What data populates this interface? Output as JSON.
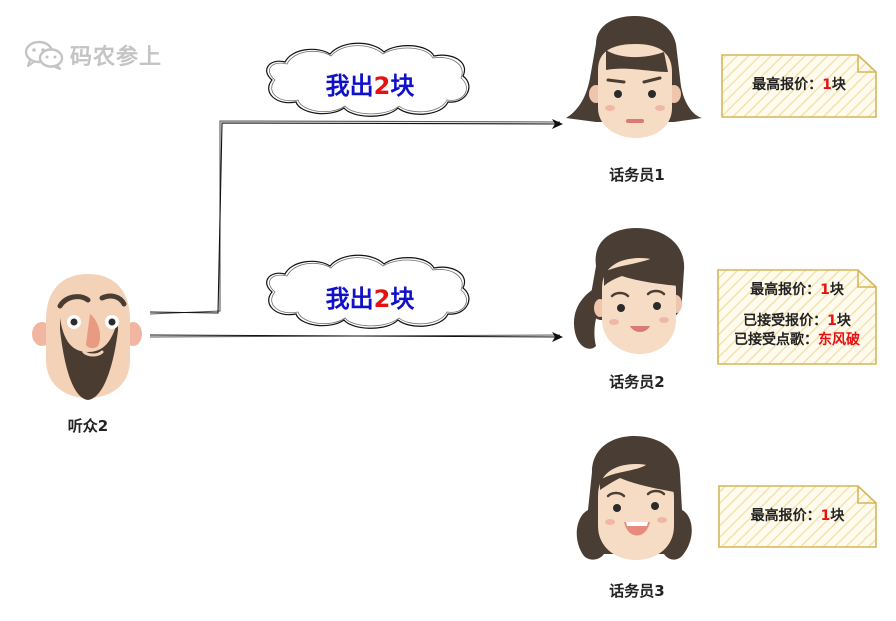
{
  "watermark": {
    "text": "码农参上"
  },
  "listener": {
    "label": "听众2"
  },
  "bubbles": [
    {
      "prefix": "我出",
      "amount": "2",
      "unit": "块"
    },
    {
      "prefix": "我出",
      "amount": "2",
      "unit": "块"
    }
  ],
  "operators": [
    {
      "label": "话务员1"
    },
    {
      "label": "话务员2"
    },
    {
      "label": "话务员3"
    }
  ],
  "notes": [
    {
      "line1": {
        "prefix": "最高报价：",
        "value": "1",
        "unit": "块"
      }
    },
    {
      "line1": {
        "prefix": "最高报价：",
        "value": "1",
        "unit": "块"
      },
      "line2": {
        "prefix": "已接受报价：",
        "value": "1",
        "unit": "块"
      },
      "line3": {
        "prefix": "已接受点歌：",
        "value": "东风破"
      }
    },
    {
      "line1": {
        "prefix": "最高报价：",
        "value": "1",
        "unit": "块"
      }
    }
  ],
  "colors": {
    "bubble_text": "#1010c8",
    "accent_red": "#e81010",
    "note_border": "#d6b656",
    "note_fill": "#fff9e6",
    "hair": "#4a3d33",
    "skin": "#f6dcc4"
  }
}
